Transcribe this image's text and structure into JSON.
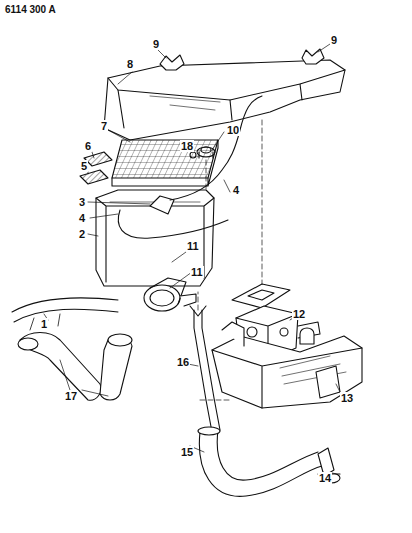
{
  "diagram": {
    "labels": [
      "6114 300 A",
      "9",
      "9",
      "8",
      "10",
      "18",
      "7",
      "6",
      "5",
      "3",
      "4",
      "4",
      "2",
      "11",
      "11",
      "12",
      "1",
      "17",
      "16",
      "13",
      "14",
      "15"
    ]
  }
}
